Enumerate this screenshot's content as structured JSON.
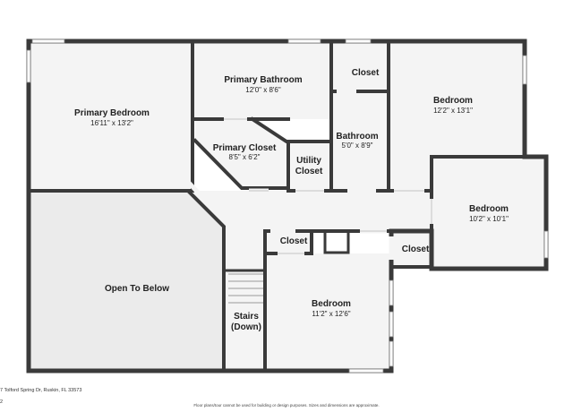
{
  "rooms": {
    "primary_bedroom": {
      "name": "Primary Bedroom",
      "dims": "16'11\" x 13'2\""
    },
    "primary_bathroom": {
      "name": "Primary Bathroom",
      "dims": "12'0\" x 8'6\""
    },
    "closet_top": {
      "name": "Closet"
    },
    "bedroom_top_right": {
      "name": "Bedroom",
      "dims": "12'2\" x 13'1\""
    },
    "bathroom": {
      "name": "Bathroom",
      "dims": "5'0\" x 8'9\""
    },
    "primary_closet": {
      "name": "Primary Closet",
      "dims": "8'5\" x 6'2\""
    },
    "utility_closet": {
      "line1": "Utility",
      "line2": "Closet"
    },
    "bedroom_right": {
      "name": "Bedroom",
      "dims": "10'2\" x 10'1\""
    },
    "open_to_below": {
      "name": "Open To Below"
    },
    "closet_middle": {
      "name": "Closet"
    },
    "closet_right": {
      "name": "Closet"
    },
    "stairs": {
      "line1": "Stairs",
      "line2": "(Down)"
    },
    "bedroom_bottom": {
      "name": "Bedroom",
      "dims": "11'2\" x 12'6\""
    }
  },
  "footer": {
    "address": "7 Tolford Spring Dr, Ruskin, FL 33573",
    "page": "2",
    "disclaimer": "Floor plans/tour cannot be used for building or design purposes. Sizes and dimensions are approximate."
  },
  "colors": {
    "wall": "#3a3a3a",
    "room_fill": "#f4f4f4",
    "open_fill": "#ebebeb",
    "window": "#ffffff"
  }
}
